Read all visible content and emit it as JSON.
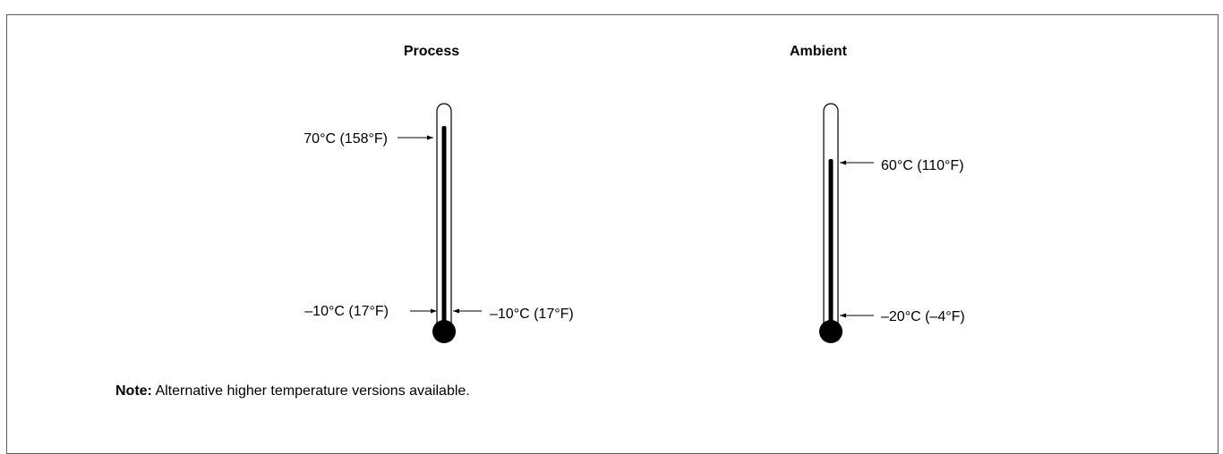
{
  "process": {
    "title": "Process",
    "upper_label": "70°C (158°F)",
    "lower_left_label": "–10°C (17°F)",
    "lower_right_label": "–10°C (17°F)"
  },
  "ambient": {
    "title": "Ambient",
    "upper_label": "60°C (110°F)",
    "lower_label": "–20°C (–4°F)"
  },
  "note": {
    "prefix": "Note:",
    "text": " Alternative higher temperature versions available."
  },
  "colors": {
    "ink": "#000000",
    "border": "#5a5a5a"
  }
}
